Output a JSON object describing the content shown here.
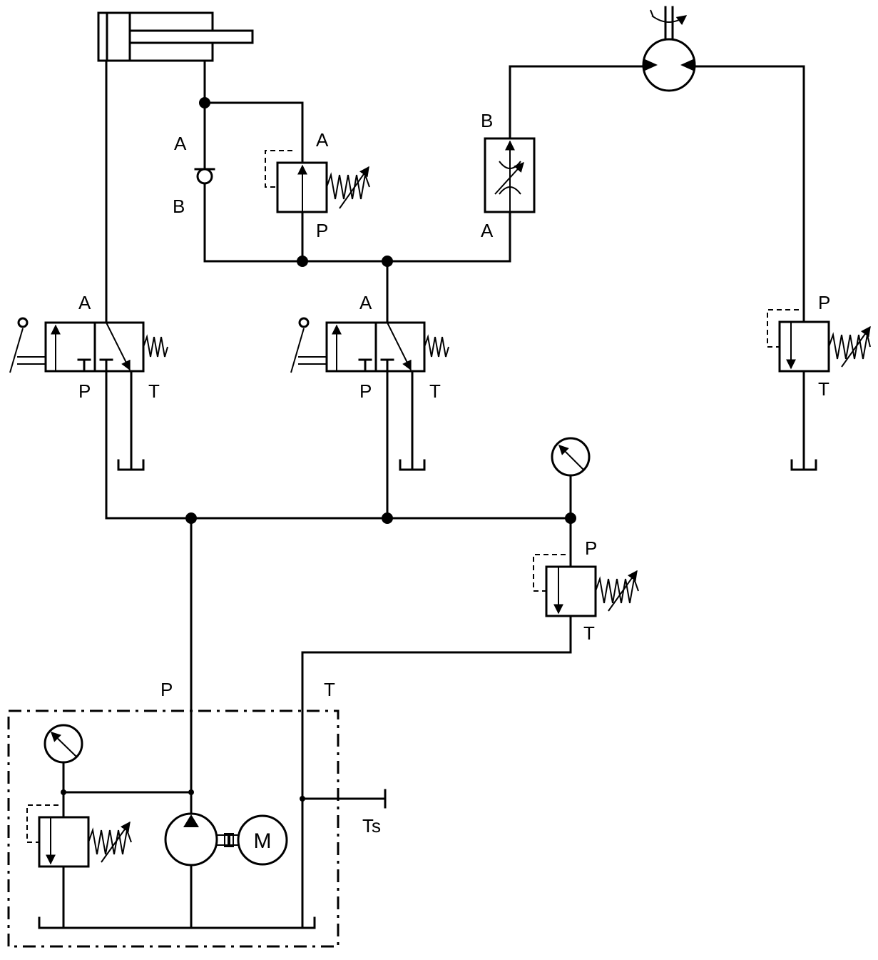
{
  "diagram": {
    "cylinder": {},
    "check_valve": {
      "label_a": "A",
      "label_b": "B"
    },
    "relief_valve_cylinder": {
      "label_a": "A",
      "label_p": "P"
    },
    "throttle_valve": {
      "label_b": "B",
      "label_a": "A"
    },
    "hydraulic_motor": {},
    "directional_valve_left": {
      "label_a": "A",
      "label_p": "P",
      "label_t": "T"
    },
    "directional_valve_right": {
      "label_a": "A",
      "label_p": "P",
      "label_t": "T"
    },
    "relief_valve_motor": {
      "label_p": "P",
      "label_t": "T"
    },
    "relief_valve_system": {
      "label_p": "P",
      "label_t": "T"
    },
    "power_unit": {
      "port_p": "P",
      "port_t": "T",
      "port_ts": "Ts",
      "motor_label": "M"
    }
  }
}
